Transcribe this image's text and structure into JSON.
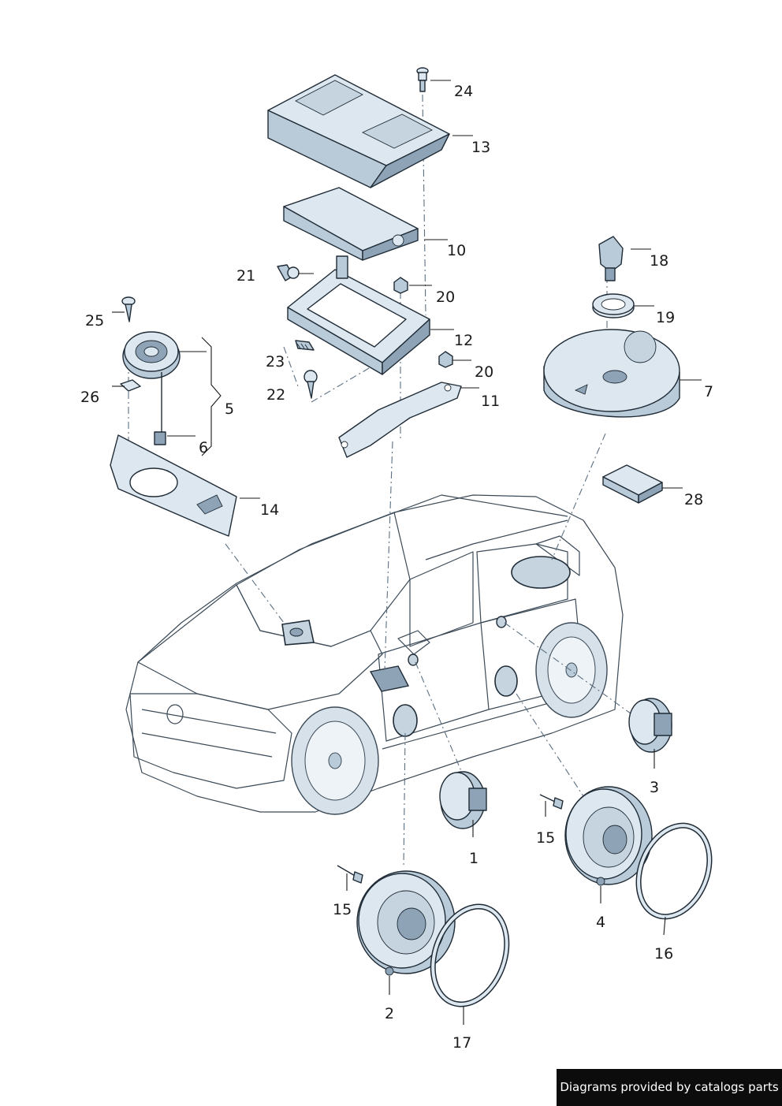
{
  "callouts": [
    {
      "id": "1",
      "text": "1"
    },
    {
      "id": "2",
      "text": "2"
    },
    {
      "id": "3",
      "text": "3"
    },
    {
      "id": "4",
      "text": "4"
    },
    {
      "id": "5",
      "text": "5"
    },
    {
      "id": "6",
      "text": "6"
    },
    {
      "id": "7",
      "text": "7"
    },
    {
      "id": "10",
      "text": "10"
    },
    {
      "id": "11",
      "text": "11"
    },
    {
      "id": "12",
      "text": "12"
    },
    {
      "id": "13",
      "text": "13"
    },
    {
      "id": "14",
      "text": "14"
    },
    {
      "id": "15a",
      "text": "15"
    },
    {
      "id": "15b",
      "text": "15"
    },
    {
      "id": "16",
      "text": "16"
    },
    {
      "id": "17",
      "text": "17"
    },
    {
      "id": "18",
      "text": "18"
    },
    {
      "id": "19",
      "text": "19"
    },
    {
      "id": "20a",
      "text": "20"
    },
    {
      "id": "20b",
      "text": "20"
    },
    {
      "id": "21",
      "text": "21"
    },
    {
      "id": "22",
      "text": "22"
    },
    {
      "id": "23",
      "text": "23"
    },
    {
      "id": "24",
      "text": "24"
    },
    {
      "id": "25",
      "text": "25"
    },
    {
      "id": "26",
      "text": "26"
    },
    {
      "id": "28",
      "text": "28"
    }
  ],
  "footer": {
    "credit": "Diagrams provided by catalogs parts"
  },
  "colors": {
    "part_fill": "#dde7ef",
    "part_shade": "#b9cad8",
    "part_dark": "#8ea4b6",
    "line": "#1f2b36",
    "vehicle_fill": "#e6eef4",
    "highlight": "#c6d4e0"
  }
}
